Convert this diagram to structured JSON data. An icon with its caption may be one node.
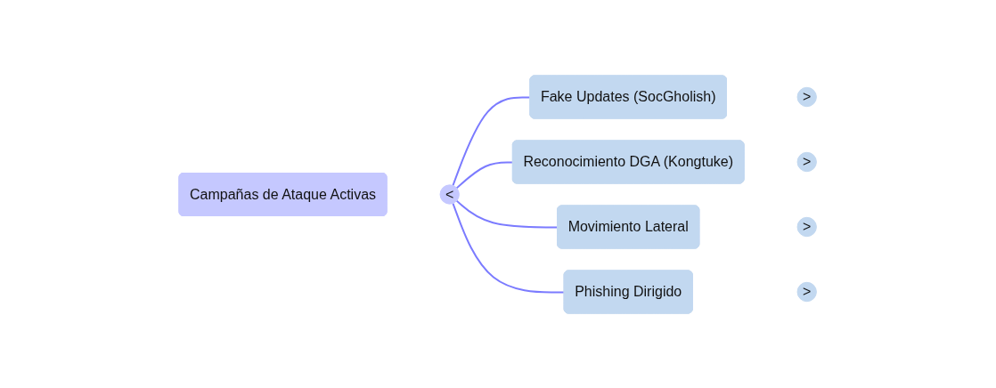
{
  "diagram": {
    "nodes": [
      {
        "text": [
          "Campañas de Ataque Activas"
        ]
      },
      {
        "text": [
          "<"
        ]
      },
      {
        "text": [
          "Fake Updates (SocGholish)"
        ]
      },
      {
        "text": [
          ">"
        ]
      },
      {
        "text": [
          "Reconocimiento DGA (Kongtuke)"
        ]
      },
      {
        "text": [
          ">"
        ]
      },
      {
        "text": [
          "Movimiento Lateral"
        ]
      },
      {
        "text": [
          ">"
        ]
      },
      {
        "text": [
          "Phishing Dirigido"
        ]
      },
      {
        "text": [
          ">"
        ]
      }
    ],
    "edges": [
      {
        "from": 1,
        "to": 2,
        "arrow": "none"
      },
      {
        "from": 1,
        "to": 4,
        "arrow": "none"
      },
      {
        "from": 1,
        "to": 6,
        "arrow": "none"
      },
      {
        "from": 1,
        "to": 8,
        "arrow": "none"
      }
    ]
  }
}
